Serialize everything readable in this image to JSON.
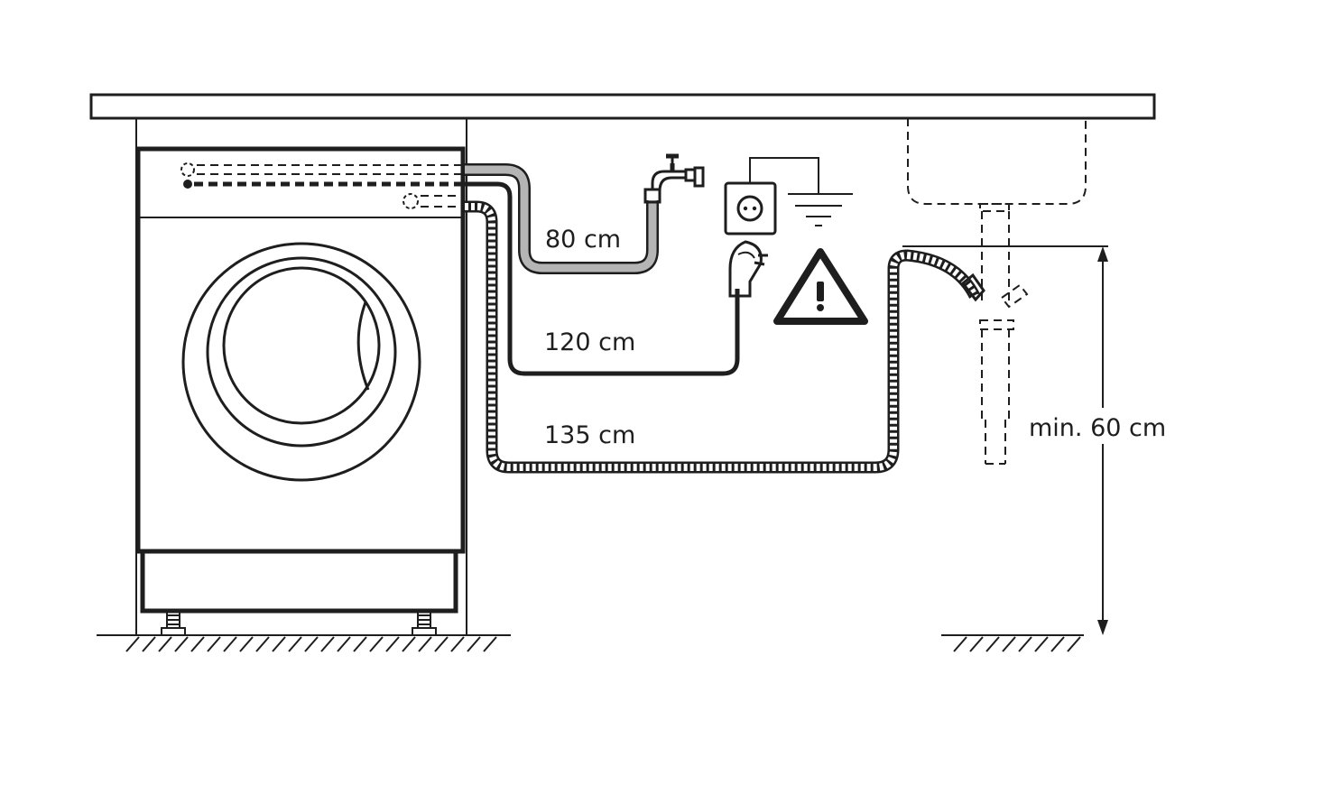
{
  "labels": {
    "inlet_hose_length": "80 cm",
    "power_cord_length": "120 cm",
    "drain_hose_length": "135 cm",
    "min_drain_height": "min. 60 cm"
  },
  "colors": {
    "line": "#1e1e1e",
    "inlet_hose_fill": "#b5b5b5",
    "background": "#ffffff"
  },
  "icons": [
    "water-tap-icon",
    "power-socket-icon",
    "ground-symbol-icon",
    "plug-icon",
    "warning-triangle-icon",
    "sink-icon",
    "drain-pipe-icon"
  ]
}
